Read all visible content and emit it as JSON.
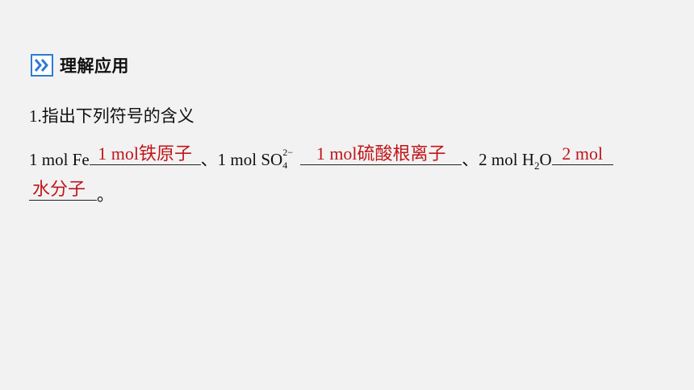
{
  "header": {
    "icon": "double-chevron-right-icon",
    "title": "理解应用",
    "accent_color": "#2e7bd6"
  },
  "question": {
    "prompt": "1.指出下列符号的含义",
    "item1_prefix": "1 mol Fe",
    "answer1": "1 mol铁原子",
    "sep1": "、1 mol SO",
    "so4_sub": "4",
    "so4_charge": "2−",
    "answer2": "1 mol硫酸根离子",
    "sep2": "、2 mol H",
    "h2o_sub": "2",
    "h2o_tail": "O",
    "answer3_part1": "2 mol",
    "answer3_part2": "水分子",
    "end_mark": "。",
    "answer_color": "#c0161b"
  }
}
